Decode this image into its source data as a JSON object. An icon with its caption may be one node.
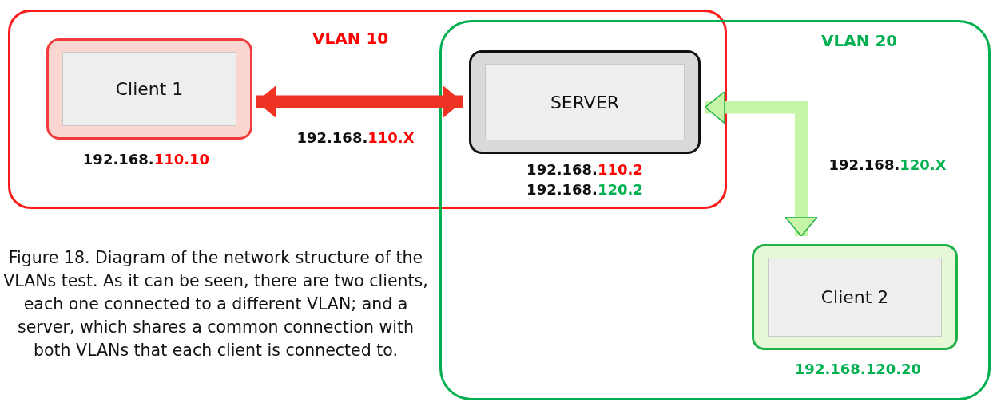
{
  "diagram": {
    "caption": "Figure 18. Diagram of the network structure of the VLANs test. As it can be seen, there are two clients, each one connected to a different VLAN; and a server, which shares a common connection with both VLANs that each client is connected to.",
    "nodes": [
      {
        "text": [
          "VLAN 10"
        ]
      },
      {
        "text": [
          "VLAN 20"
        ]
      },
      {
        "text": [
          "Client 1"
        ],
        "in": 0,
        "beside": [
          "192.168.*110.10*"
        ]
      },
      {
        "text": [
          "SERVER"
        ],
        "beside": [
          "192.168.*110.2*",
          "192.168.*120.2*"
        ]
      },
      {
        "text": [
          "Client 2"
        ],
        "in": 1,
        "beside": [
          "*192.168.120.20*"
        ]
      }
    ],
    "edges": [
      {
        "from": 2,
        "to": 3,
        "arrow": "both",
        "label": "192.168.*110.X*",
        "color": "#ee3224"
      },
      {
        "from": 3,
        "to": 4,
        "arrow": "both",
        "label": "192.168.*120.X*",
        "color": "#c6f5a8"
      }
    ]
  }
}
